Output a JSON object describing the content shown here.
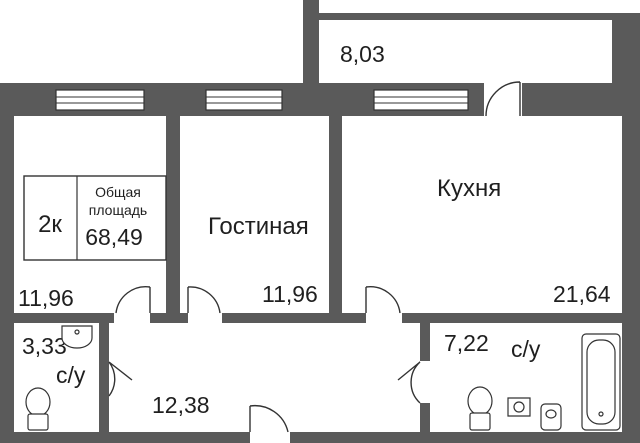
{
  "plan": {
    "colors": {
      "wall": "#5a5a5a",
      "floor": "#ffffff",
      "line": "#333333"
    },
    "info": {
      "rooms_code": "2к",
      "area_label_line1": "Общая",
      "area_label_line2": "площадь",
      "total_area": "68,49"
    },
    "rooms": [
      {
        "id": "balcony",
        "area": "8,03"
      },
      {
        "id": "bedroom",
        "area": "11,96"
      },
      {
        "id": "living",
        "name": "Гостиная",
        "area": "11,96"
      },
      {
        "id": "kitchen",
        "name": "Кухня",
        "area": "21,64"
      },
      {
        "id": "wc-left",
        "name": "с/у",
        "area": "3,33"
      },
      {
        "id": "hall",
        "area": "12,38"
      },
      {
        "id": "bathroom",
        "name": "с/у",
        "area": "7,22"
      }
    ],
    "icons": [
      "window-icon",
      "door-icon",
      "toilet-icon",
      "sink-icon",
      "bathtub-icon",
      "bidet-icon"
    ]
  }
}
